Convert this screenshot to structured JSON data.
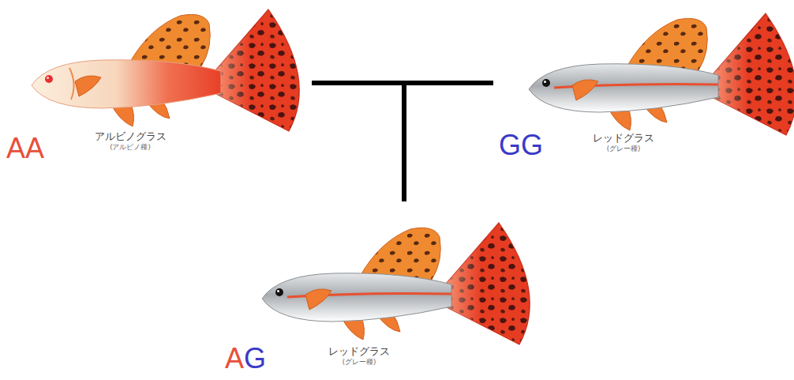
{
  "diagram": {
    "nodes": [
      {
        "text": [
          "アルビノグラス",
          "(アルビノ種)"
        ]
      },
      {
        "text": [
          "レッドグラス",
          "(グレー種)"
        ]
      },
      {
        "text": [
          "レッドグラス",
          "(グレー種)"
        ]
      }
    ],
    "edges": [
      {
        "from": 0,
        "to": 2,
        "arrow": "none"
      },
      {
        "from": 1,
        "to": 2,
        "arrow": "none"
      }
    ],
    "labels": [
      "AA",
      "GG",
      "AG"
    ]
  }
}
